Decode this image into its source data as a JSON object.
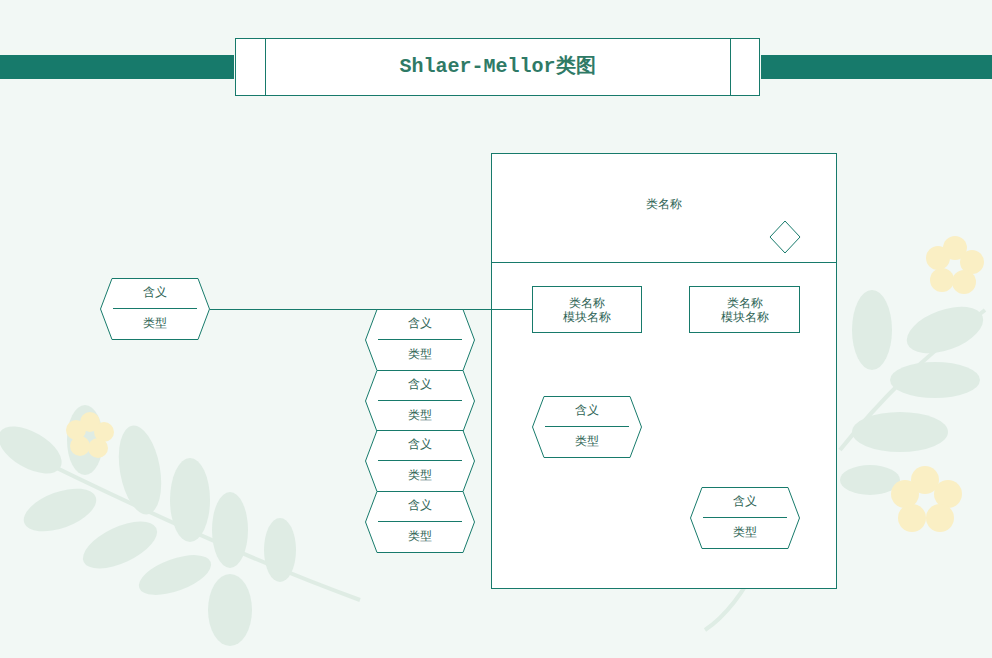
{
  "diagram": {
    "title": "Shlaer-Mellor类图",
    "nodes": [
      {
        "text": [
          "类名称"
        ]
      },
      {
        "text": [
          "类名称",
          "模块名称"
        ],
        "in": 0
      },
      {
        "text": [
          "类名称",
          "模块名称"
        ],
        "in": 0
      },
      {
        "text": [
          "含义",
          "类型"
        ],
        "in": 0
      },
      {
        "text": [
          "含义",
          "类型"
        ],
        "in": 0
      },
      {
        "text": [
          "含义",
          "类型"
        ]
      },
      {
        "text": [
          "含义",
          "类型"
        ]
      },
      {
        "text": [
          "含义",
          "类型"
        ]
      },
      {
        "text": [
          "含义",
          "类型"
        ]
      },
      {
        "text": [
          "含义",
          "类型"
        ]
      }
    ],
    "edges": [
      {
        "from": 5,
        "to": 1,
        "arrow": "none"
      }
    ]
  }
}
